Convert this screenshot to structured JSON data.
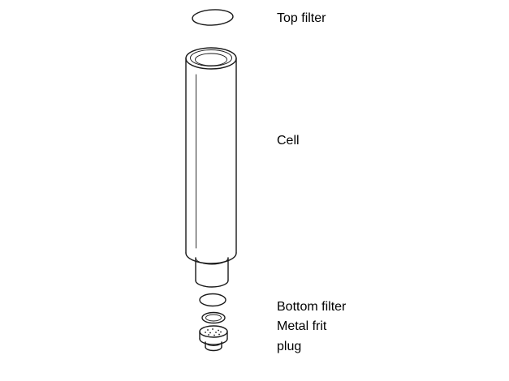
{
  "figure": {
    "type": "exploded-assembly-diagram",
    "background_color": "#ffffff",
    "line_color": "#1a1a1a",
    "labels": {
      "top_filter": "Top filter",
      "cell": "Cell",
      "bottom_filter": "Bottom filter",
      "metal_frit": "Metal frit",
      "plug": "plug"
    },
    "parts": [
      "top filter ring",
      "cell tube",
      "bottom fitting",
      "bottom filter ring",
      "metal frit ring",
      "plug"
    ]
  }
}
